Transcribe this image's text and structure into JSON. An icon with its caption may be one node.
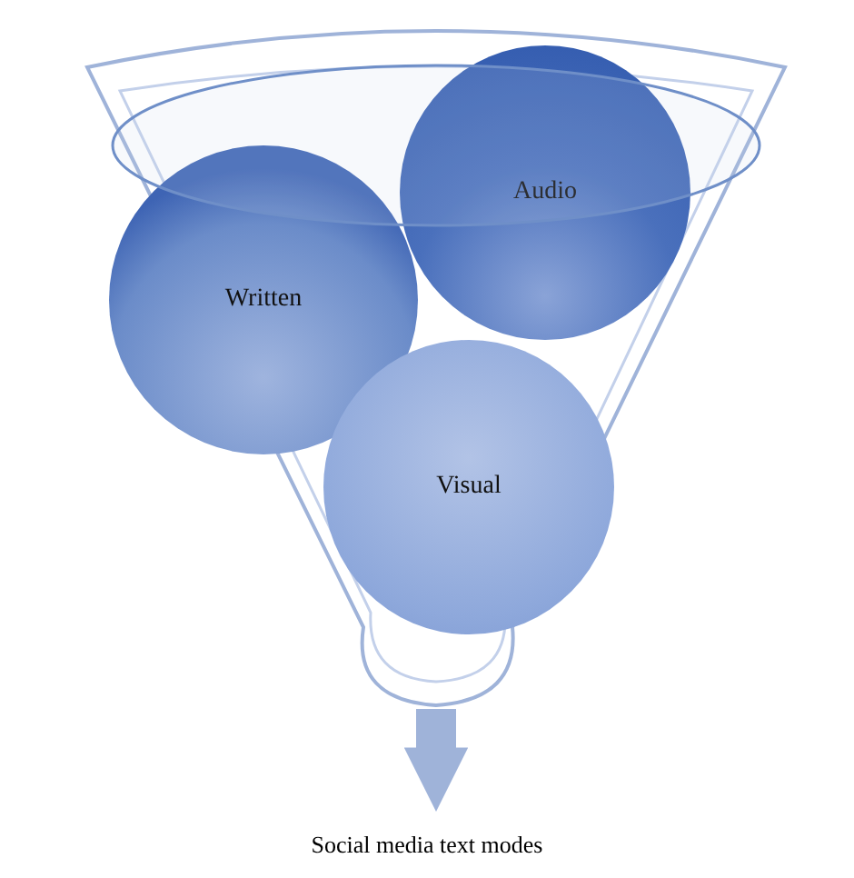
{
  "diagram": {
    "nodes": [
      {
        "text": [],
        "shape": "funnel"
      },
      {
        "text": [
          "Written"
        ],
        "in": 0
      },
      {
        "text": [
          "Audio"
        ],
        "in": 0
      },
      {
        "text": [
          "Visual"
        ],
        "in": 0
      },
      {
        "text": [
          "Social media text modes"
        ]
      }
    ],
    "edges": [
      {
        "from": 0,
        "to": 4,
        "arrow": "to"
      }
    ]
  }
}
